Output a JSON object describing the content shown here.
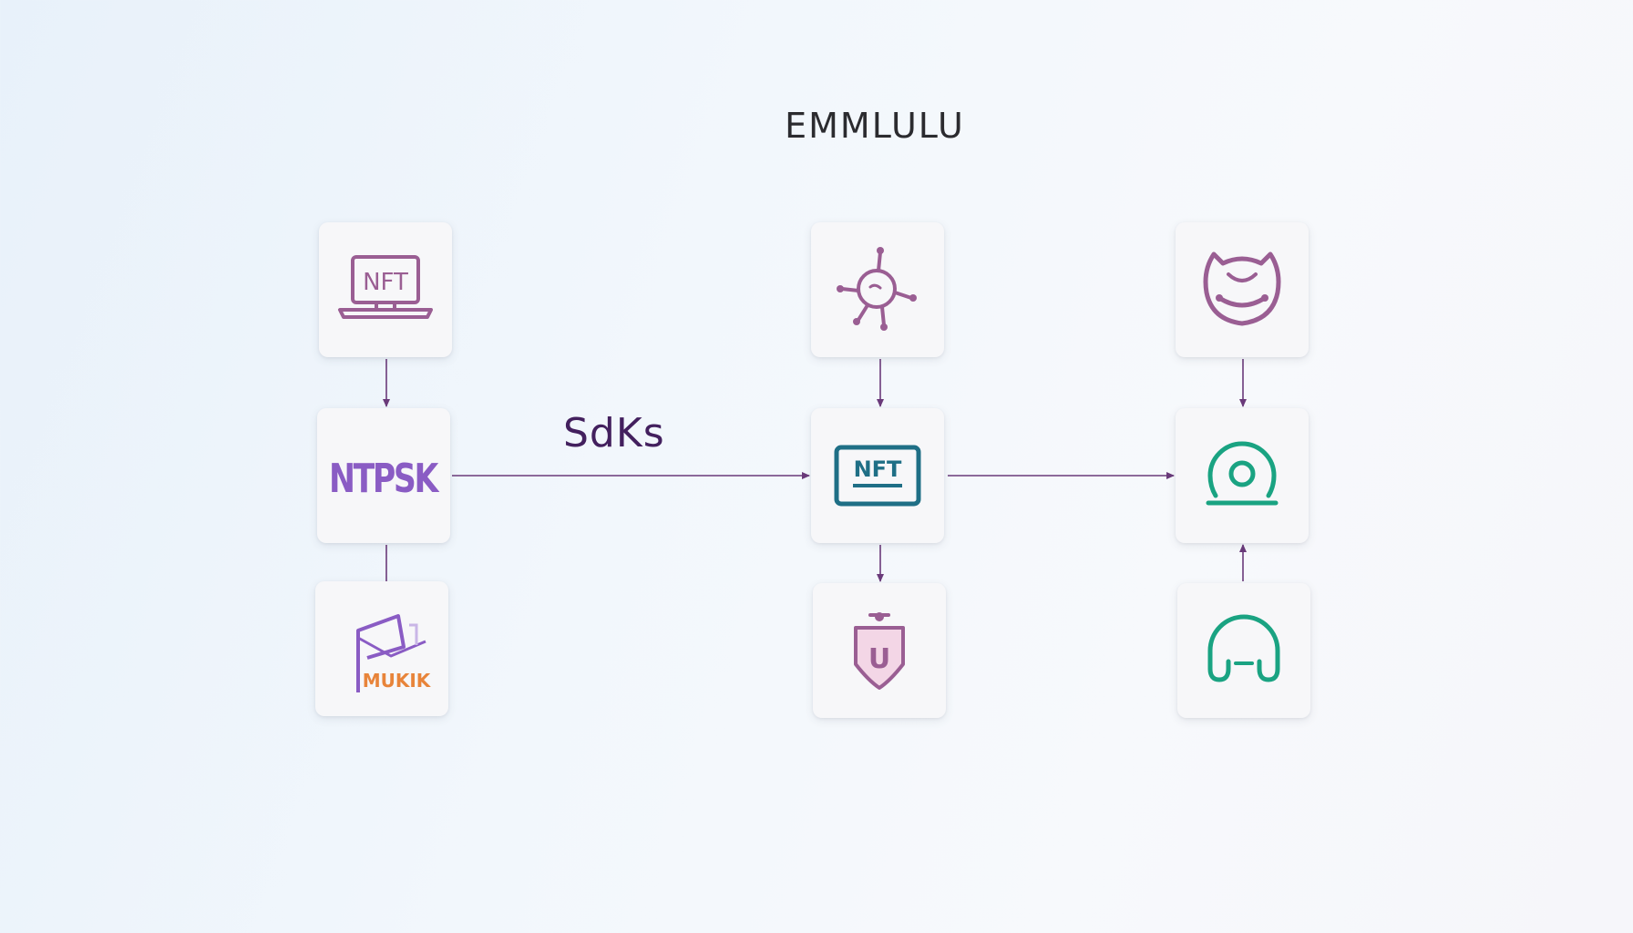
{
  "title": "EMMLULU",
  "edge_label": "SdKs",
  "colors": {
    "purple": "#9a5e93",
    "violet": "#8a5cc4",
    "deep_purple": "#5a2f74",
    "teal": "#1f6f86",
    "green": "#1aa382",
    "orange": "#e8843a",
    "arrow": "#6a3a7a"
  },
  "nodes": {
    "nft_laptop": {
      "icon": "nft-laptop-icon",
      "text": "NFT"
    },
    "ntpsk_logo": {
      "icon": "ntpsk-logo-icon",
      "text": "NTPSK"
    },
    "mukik_logo": {
      "icon": "mukik-logo-icon",
      "text": "MUKIK"
    },
    "network_node": {
      "icon": "network-hub-icon"
    },
    "nft_screen": {
      "icon": "nft-screen-icon",
      "text": "NFT"
    },
    "shield": {
      "icon": "shield-u-icon",
      "text": "U"
    },
    "animal_face": {
      "icon": "animal-face-icon"
    },
    "webcam": {
      "icon": "webcam-icon"
    },
    "headphones": {
      "icon": "headphones-icon"
    }
  }
}
